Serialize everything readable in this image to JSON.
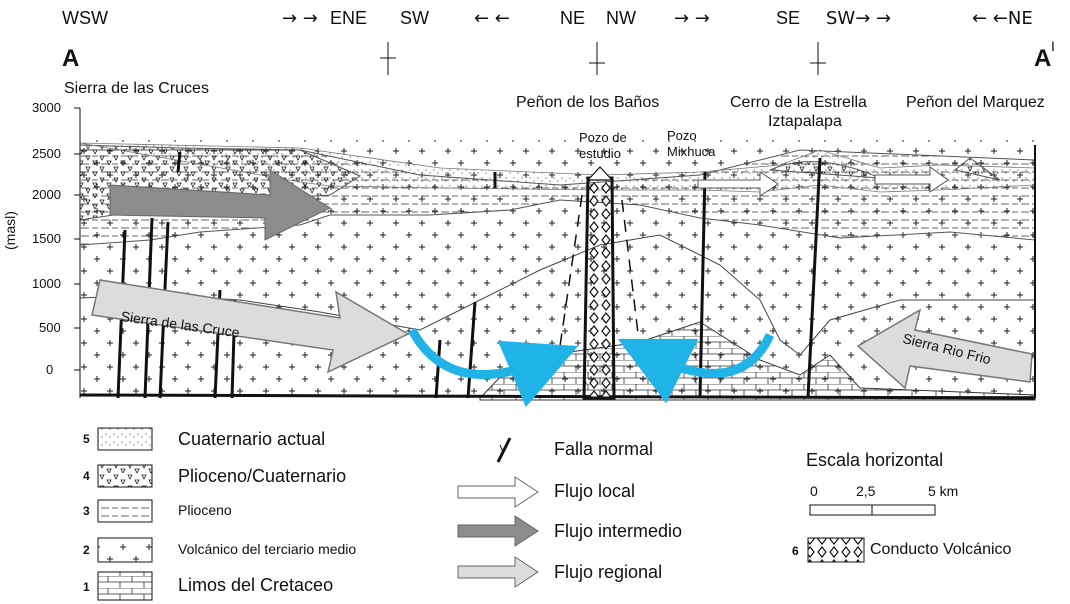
{
  "section_labels": {
    "left": "A",
    "right": "A",
    "right_mark": "I"
  },
  "orientations": {
    "wsw": "WSW",
    "arrows1": "→ →",
    "ene": "ENE",
    "sw1": "SW",
    "arrows2": "← ←",
    "ne1": "NE",
    "nw": "NW",
    "arrows3": "→ →",
    "se": "SE",
    "sw2": "SW→ →",
    "ne2": "← ←NE"
  },
  "places": {
    "sierra_cruces": "Sierra de las Cruces",
    "penon_banos": "Peñon de los Baños",
    "cerro_estrella": "Cerro de la Estrella",
    "iztapalapa": "Iztapalapa",
    "penon_marquez": "Peñon del Marquez",
    "pozo_estudio": [
      "Pozo de",
      "estudio"
    ],
    "pozo_mixhuca": [
      "Pozo",
      "Mixhuca"
    ]
  },
  "axis": {
    "ylabel": "(masl)",
    "ticks": [
      "3000",
      "2500",
      "2000",
      "1500",
      "1000",
      "500",
      "0"
    ]
  },
  "flow_labels": {
    "sierra_cruce_arrow": "Sierra de las Cruce",
    "sierra_rio_frio_arrow": "Sierra Rio Frio"
  },
  "legend": {
    "units": [
      {
        "num": "5",
        "label": "Cuaternario actual"
      },
      {
        "num": "4",
        "label": "Plioceno/Cuaternario"
      },
      {
        "num": "3",
        "label": "Plioceno"
      },
      {
        "num": "2",
        "label": "Volcánico del terciario medio"
      },
      {
        "num": "1",
        "label": "Limos del Cretaceo"
      }
    ],
    "falla": "Falla normal",
    "flows": [
      "Flujo local",
      "Flujo intermedio",
      "Flujo regional"
    ],
    "scale_title": "Escala horizontal",
    "scale_ticks": [
      "0",
      "2,5",
      "5 km"
    ],
    "conduit_num": "6",
    "conduit": "Conducto Volcánico"
  },
  "colors": {
    "intermediate_flow": "#8c8c8c",
    "regional_flow": "#dcdcdc",
    "local_flow": "#ffffff",
    "blue_flow": "#1fb3e8"
  }
}
